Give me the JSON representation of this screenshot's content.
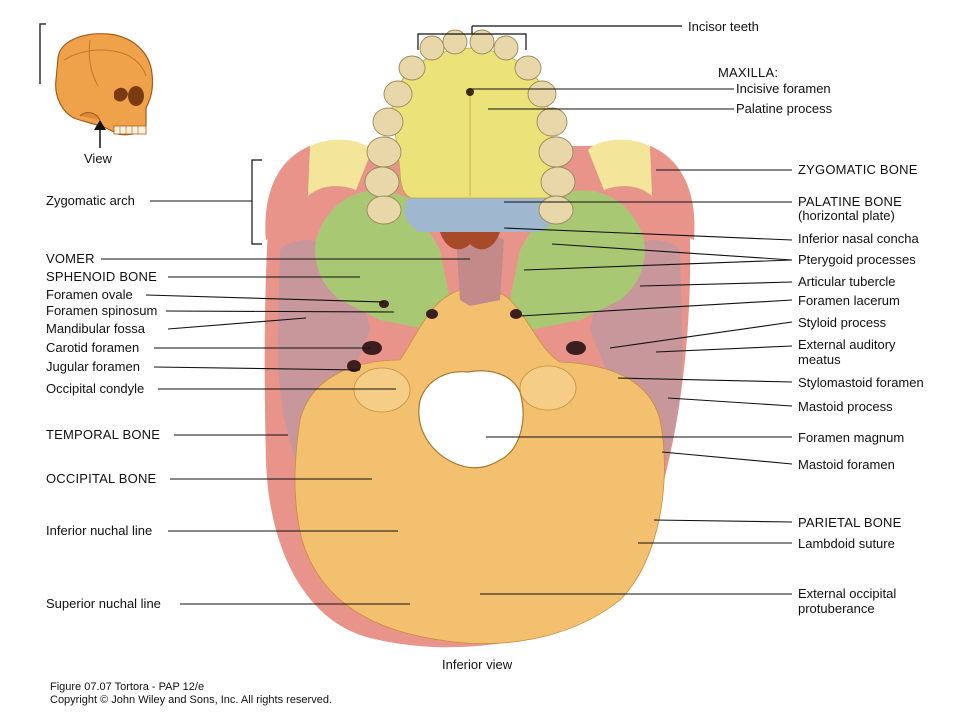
{
  "inset": {
    "view_label": "View"
  },
  "bottom": {
    "view_caption": "Inferior view"
  },
  "figure": {
    "line1": "Figure 07.07  Tortora - PAP 12/e",
    "line2": "Copyright © John Wiley and Sons, Inc. All rights reserved."
  },
  "labels_left": [
    "Zygomatic arch",
    "VOMER",
    "SPHENOID BONE",
    "Foramen ovale",
    "Foramen spinosum",
    "Mandibular fossa",
    "Carotid foramen",
    "Jugular foramen",
    "Occipital condyle",
    "TEMPORAL BONE",
    "OCCIPITAL BONE",
    "Inferior nuchal line",
    "Superior nuchal line"
  ],
  "labels_right": {
    "incisor_teeth": "Incisor teeth",
    "maxilla": "MAXILLA:",
    "incisive_foramen": "Incisive foramen",
    "palatine_process": "Palatine process",
    "zygomatic_bone": "ZYGOMATIC BONE",
    "palatine_bone": "PALATINE BONE",
    "palatine_bone_sub": "(horizontal plate)",
    "inferior_nasal_concha": "Inferior nasal concha",
    "pterygoid_processes": "Pterygoid processes",
    "articular_tubercle": "Articular tubercle",
    "foramen_lacerum": "Foramen lacerum",
    "styloid_process": "Styloid process",
    "external_auditory_1": "External auditory",
    "external_auditory_2": "meatus",
    "stylomastoid_foramen": "Stylomastoid foramen",
    "mastoid_process": "Mastoid process",
    "foramen_magnum": "Foramen magnum",
    "mastoid_foramen": "Mastoid foramen",
    "parietal_bone": "PARIETAL BONE",
    "lambdoid_suture": "Lambdoid suture",
    "external_occipital_1": "External occipital",
    "external_occipital_2": "protuberance"
  },
  "colors": {
    "occipital": "#f2c06e",
    "temporal": "#c7979c",
    "sphenoid": "#a9c874",
    "maxilla": "#ece27a",
    "palatine": "#9fb8cf",
    "zygomatic": "#f3e69a",
    "parietal": "#e9948a",
    "vomer": "#c48a8a",
    "teeth": "#e8d7a8",
    "skull_inset": "#f0a24a"
  }
}
